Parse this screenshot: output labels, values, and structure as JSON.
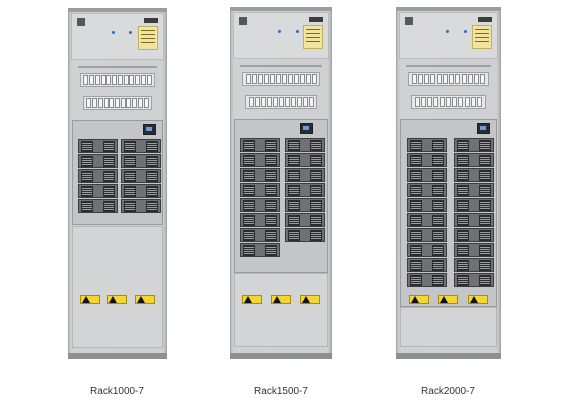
{
  "racks": [
    {
      "model": "Rack1000-7",
      "module_rows": 10
    },
    {
      "model": "Rack1500-7",
      "module_rows": 15
    },
    {
      "model": "Rack2000-7",
      "module_rows": 20
    }
  ],
  "icons": [
    "warning-icon"
  ]
}
